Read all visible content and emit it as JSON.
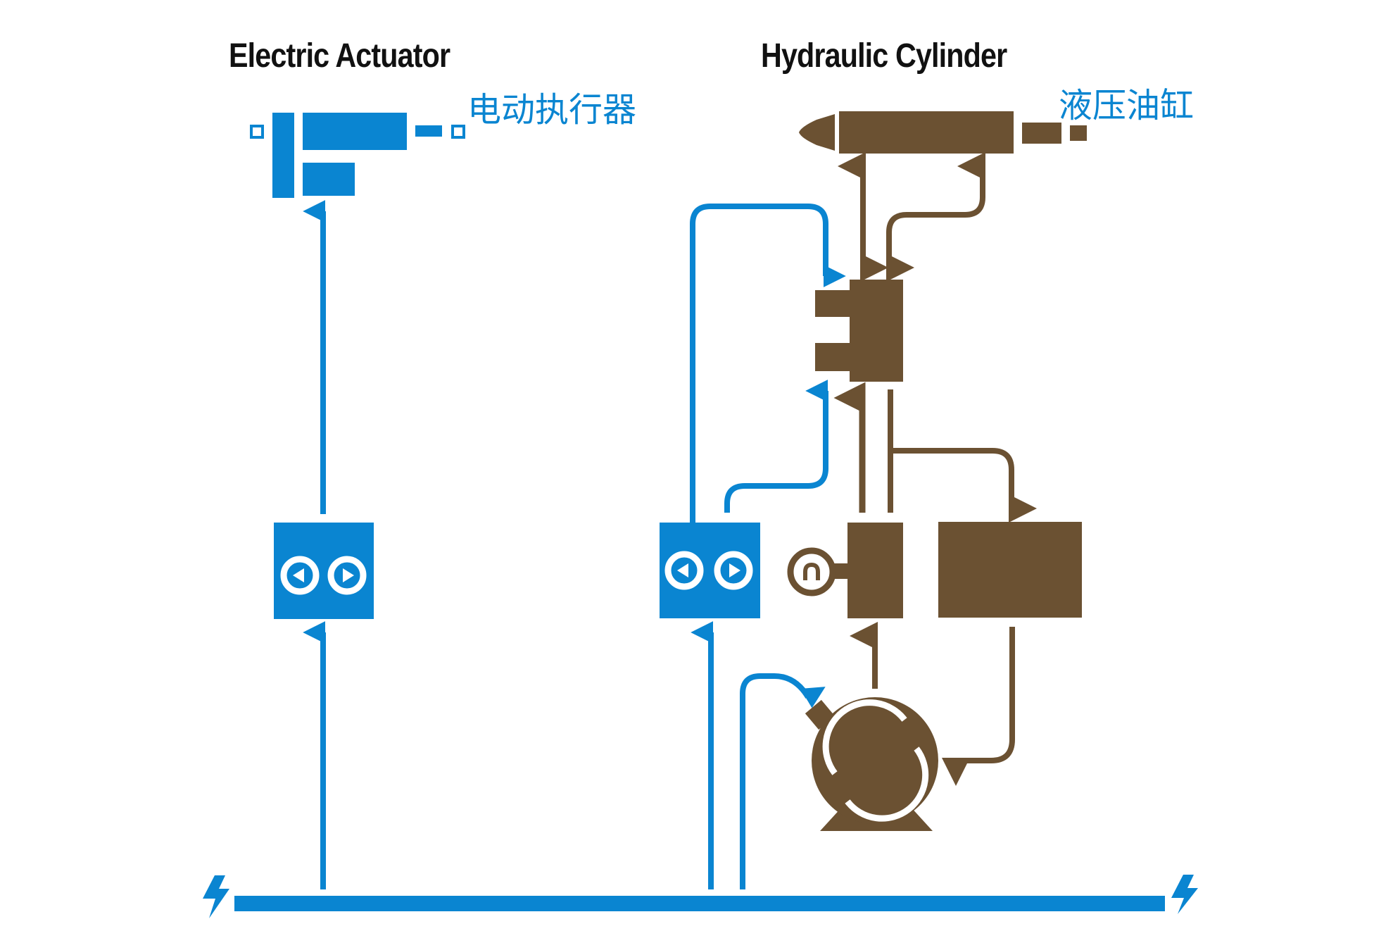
{
  "colors": {
    "electric": "#0a85d1",
    "hydraulic": "#6b5132",
    "background": "#ffffff",
    "title_text": "#111111"
  },
  "electric_section": {
    "title": "Electric Actuator",
    "title_cn": "电动执行器",
    "components": [
      "actuator",
      "controller",
      "power-supply"
    ]
  },
  "hydraulic_section": {
    "title": "Hydraulic Cylinder",
    "title_cn": "液压油缸",
    "components": [
      "cylinder",
      "directional-valve",
      "controller",
      "pressure-gauge",
      "pressure-block",
      "reservoir-tank",
      "motor-pump",
      "power-supply"
    ]
  },
  "icons": {
    "left_power": "lightning-bolt-icon",
    "right_power": "lightning-bolt-icon",
    "controller_left_button": "arrow-left-circle-icon",
    "controller_right_button": "arrow-right-circle-icon"
  }
}
